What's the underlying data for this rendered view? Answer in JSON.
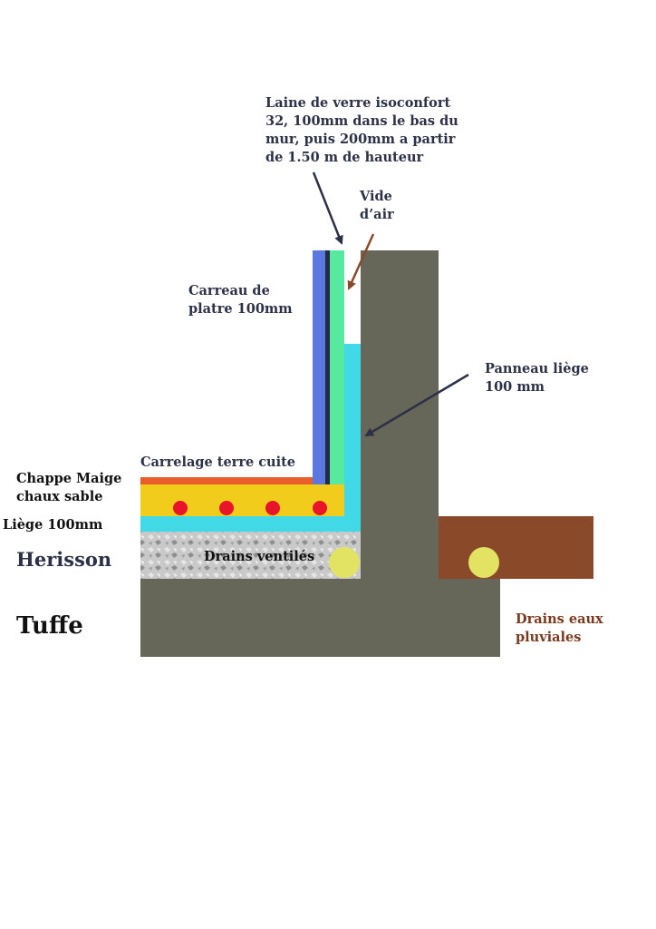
{
  "labels": {
    "laine": "Laine de verre isoconfort\n32, 100mm dans le bas du\nmur, puis 200mm a partir\nde 1.50 m de hauteur",
    "vide": "Vide\nd’air",
    "carreau": "Carreau de\nplatre 100mm",
    "panneau": "Panneau liège\n100 mm",
    "carrelage": "Carrelage terre cuite",
    "chappe": "Chappe Maige\nchaux sable",
    "liege": "Liège 100mm",
    "herisson": "Herisson",
    "drains_ventiles": "Drains ventilés",
    "tuffe": "Tuffe",
    "drains_pluviales": "Drains eaux\npluviales"
  },
  "colors": {
    "soil": "#676759",
    "brown_drain": "#8a4a2a",
    "chape": "#f2cc1a",
    "cork": "#41d9e8",
    "tile": "#e85d2a",
    "plaster": "#5a78e0",
    "wool": "#58e9a0",
    "drain_pipe": "#e3e363",
    "heating": "#e8142a",
    "label": "#2d3147",
    "label_brown": "#7a3a1f"
  }
}
